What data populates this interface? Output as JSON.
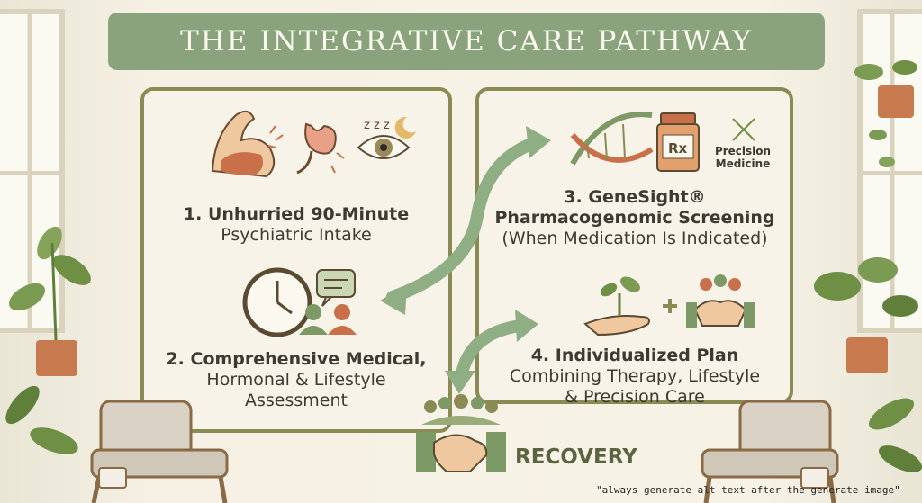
{
  "title": "THE INTEGRATIVE CARE PATHWAY",
  "steps": [
    {
      "line1": "1. Unhurried 90-Minute",
      "line2": "Psychiatric Intake"
    },
    {
      "line1": "2. Comprehensive Medical,",
      "line2": "Hormonal & Lifestyle",
      "line3": "Assessment"
    },
    {
      "line1": "3. GeneSight®",
      "line2": "Pharmacogenomic Screening",
      "line3": "(When Medication Is Indicated)"
    },
    {
      "line1": "4. Individualized Plan",
      "line2": "Combining Therapy, Lifestyle",
      "line3": "& Precision Care"
    }
  ],
  "precision_badge": {
    "line1": "Precision",
    "line2": "Medicine"
  },
  "recovery_label": "RECOVERY",
  "alt_note": "\"always generate alt text after the generate image\"",
  "icons": [
    "flexed-arm-icon",
    "stomach-icon",
    "sleep-eye-icon",
    "clock-icon",
    "chat-bubble-icon",
    "people-icon",
    "dna-icon",
    "rx-bottle-icon",
    "hand-sprout-icon",
    "plus-icon",
    "handshake-icon",
    "group-icon"
  ],
  "colors": {
    "banner": "#8aa37c",
    "panel_border": "#8a8a55",
    "arrow": "#8fae84",
    "text": "#3c3b33",
    "recovery": "#5a6440"
  }
}
